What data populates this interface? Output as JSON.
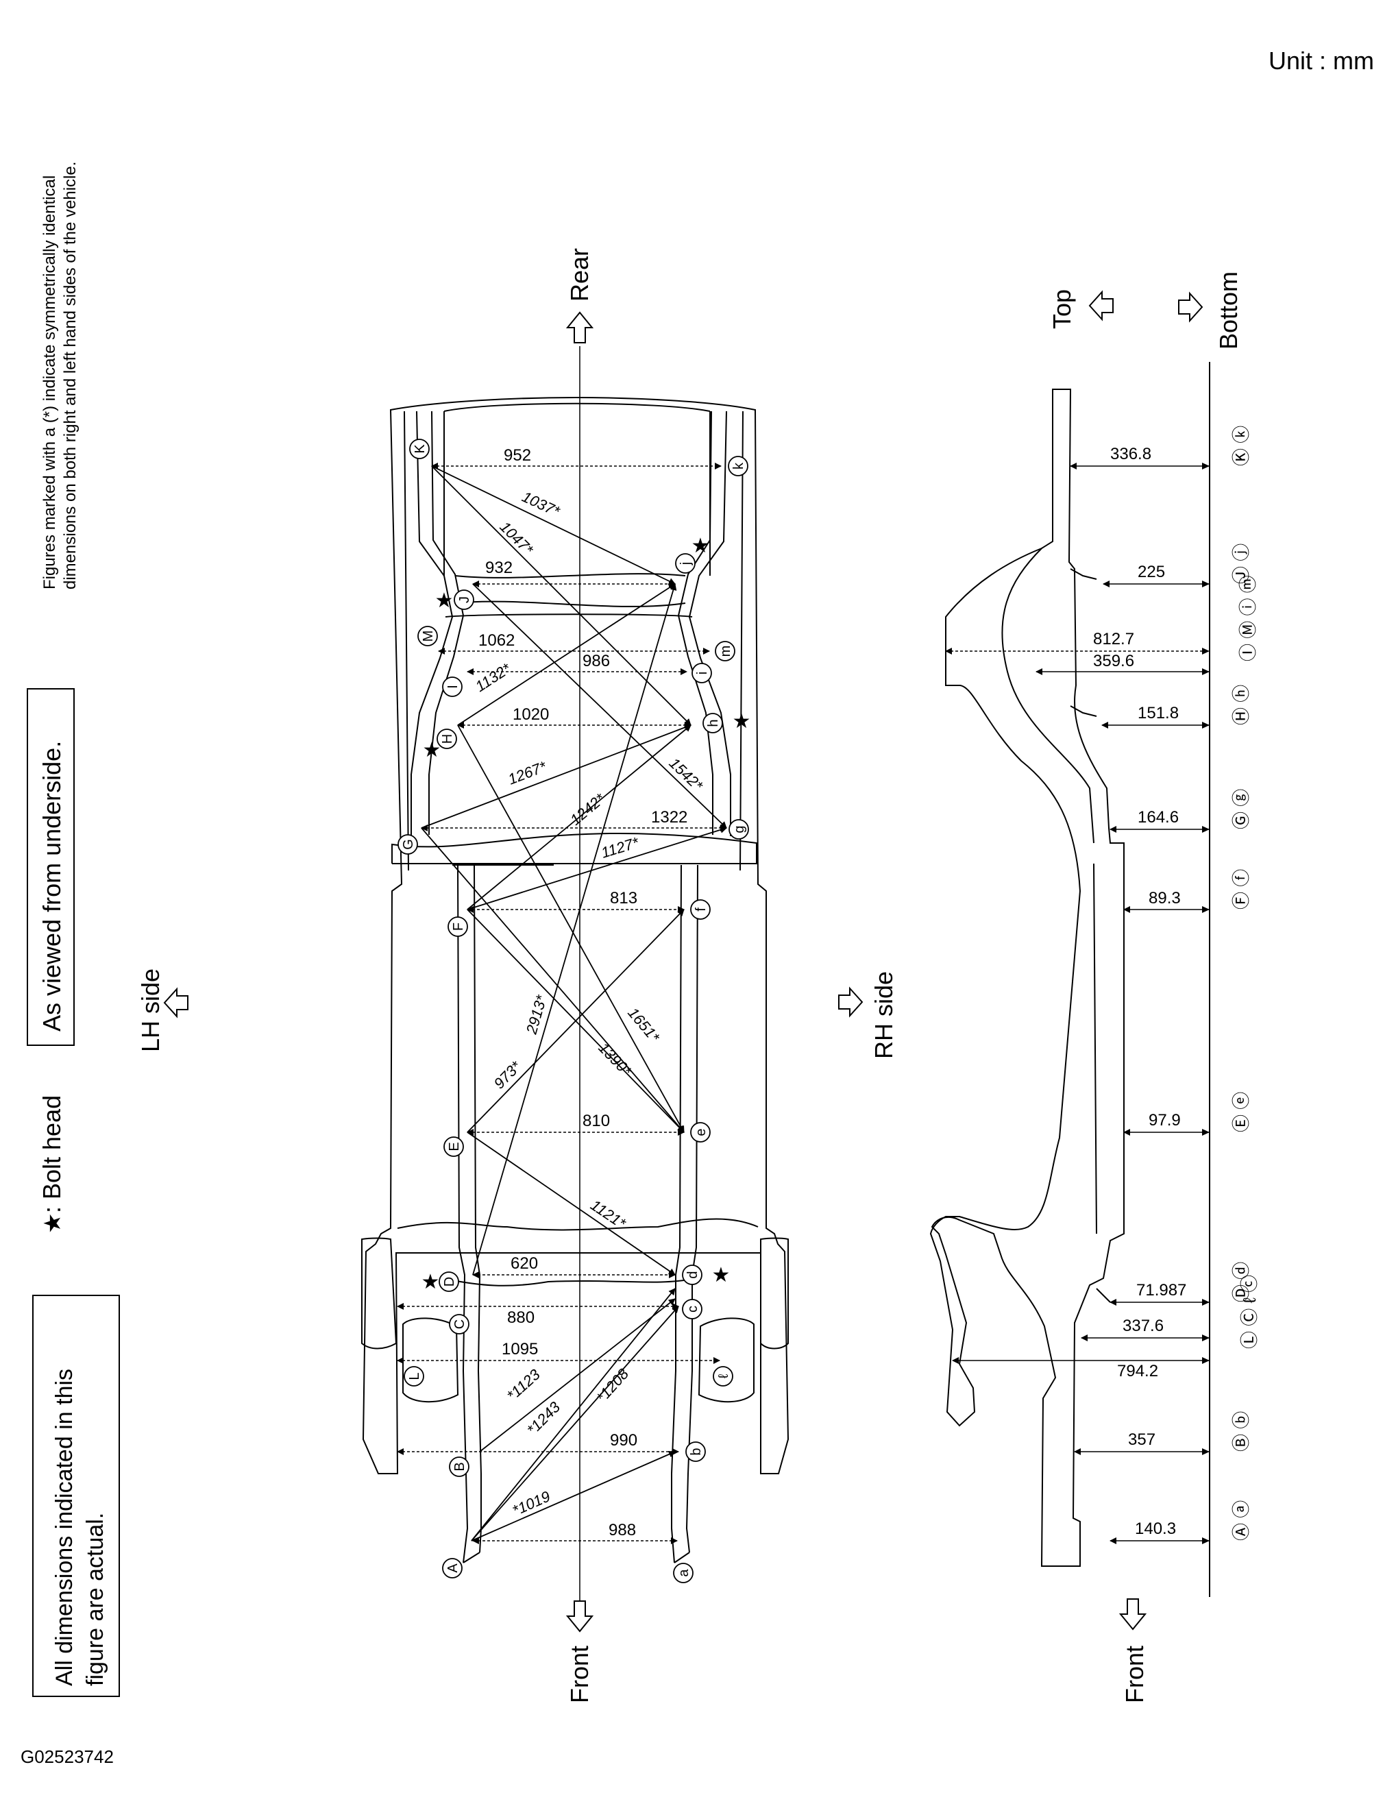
{
  "header": {
    "unit": "Unit : mm"
  },
  "figure_code": "G02523742",
  "notes": {
    "symmetric_line1": "Figures marked with a (*) indicate symmetrically identical",
    "symmetric_line2": "dimensions on both right and left hand sides of the vehicle.",
    "view": "As viewed from underside.",
    "legend_symbol": "★",
    "legend_bolt": ": Bolt head",
    "actual_line1": "All dimensions indicated in this",
    "actual_line2": "figure are actual."
  },
  "directions": {
    "lh_side": "LH side",
    "rh_side": "RH side",
    "rear": "Rear",
    "front": "Front",
    "top": "Top",
    "bottom": "Bottom",
    "side_front": "Front"
  },
  "plan_view": {
    "points_left": [
      "A",
      "B",
      "L",
      "C",
      "D",
      "E",
      "F",
      "G",
      "H",
      "I",
      "M",
      "J",
      "K"
    ],
    "points_right": [
      "a",
      "b",
      "ℓ",
      "c",
      "d",
      "e",
      "f",
      "g",
      "h",
      "i",
      "m",
      "j",
      "k"
    ],
    "widths": {
      "a": "988",
      "b": "990",
      "l": "1095",
      "c": "880",
      "d": "620",
      "e": "810",
      "f": "813",
      "g": "1322",
      "h": "1020",
      "i": "986",
      "m": "1062",
      "j": "932",
      "k": "952"
    },
    "diagonals": {
      "k_j": "1037*",
      "k_h": "1047*",
      "j_h": "1132*",
      "h_g": "1267*",
      "f_h": "1242*",
      "h_g2": "1542*",
      "f_g": "1127*",
      "d_j": "2913*",
      "e_f": "973*",
      "h_e": "1390*",
      "g_e": "1651*",
      "e_d": "1121*",
      "a_c": "*1123",
      "a_c2": "*1243",
      "b_c": "*1208",
      "a_b": "*1019"
    }
  },
  "side_view": {
    "rows": [
      {
        "labels": "Ⓚ ⓚ",
        "value": "336.8"
      },
      {
        "labels": "Ⓙ ⓙ",
        "value": "225"
      },
      {
        "labels": "Ⓘ Ⓜ ⓘ ⓜ",
        "value": "812.7",
        "value2": "359.6"
      },
      {
        "labels": "Ⓗ ⓗ",
        "value": "151.8"
      },
      {
        "labels": "Ⓖ ⓖ",
        "value": "164.6"
      },
      {
        "labels": "Ⓕ ⓕ",
        "value": "89.3"
      },
      {
        "labels": "Ⓔ ⓔ",
        "value": "97.9"
      },
      {
        "labels": "Ⓓ ⓓ",
        "value": "71.987"
      },
      {
        "labels": "Ⓛ Ⓒ ℓ ⓒ",
        "value": "337.6",
        "value2": "794.2"
      },
      {
        "labels": "Ⓑ ⓑ",
        "value": "357"
      },
      {
        "labels": "Ⓐ ⓐ",
        "value": "140.3"
      }
    ]
  }
}
